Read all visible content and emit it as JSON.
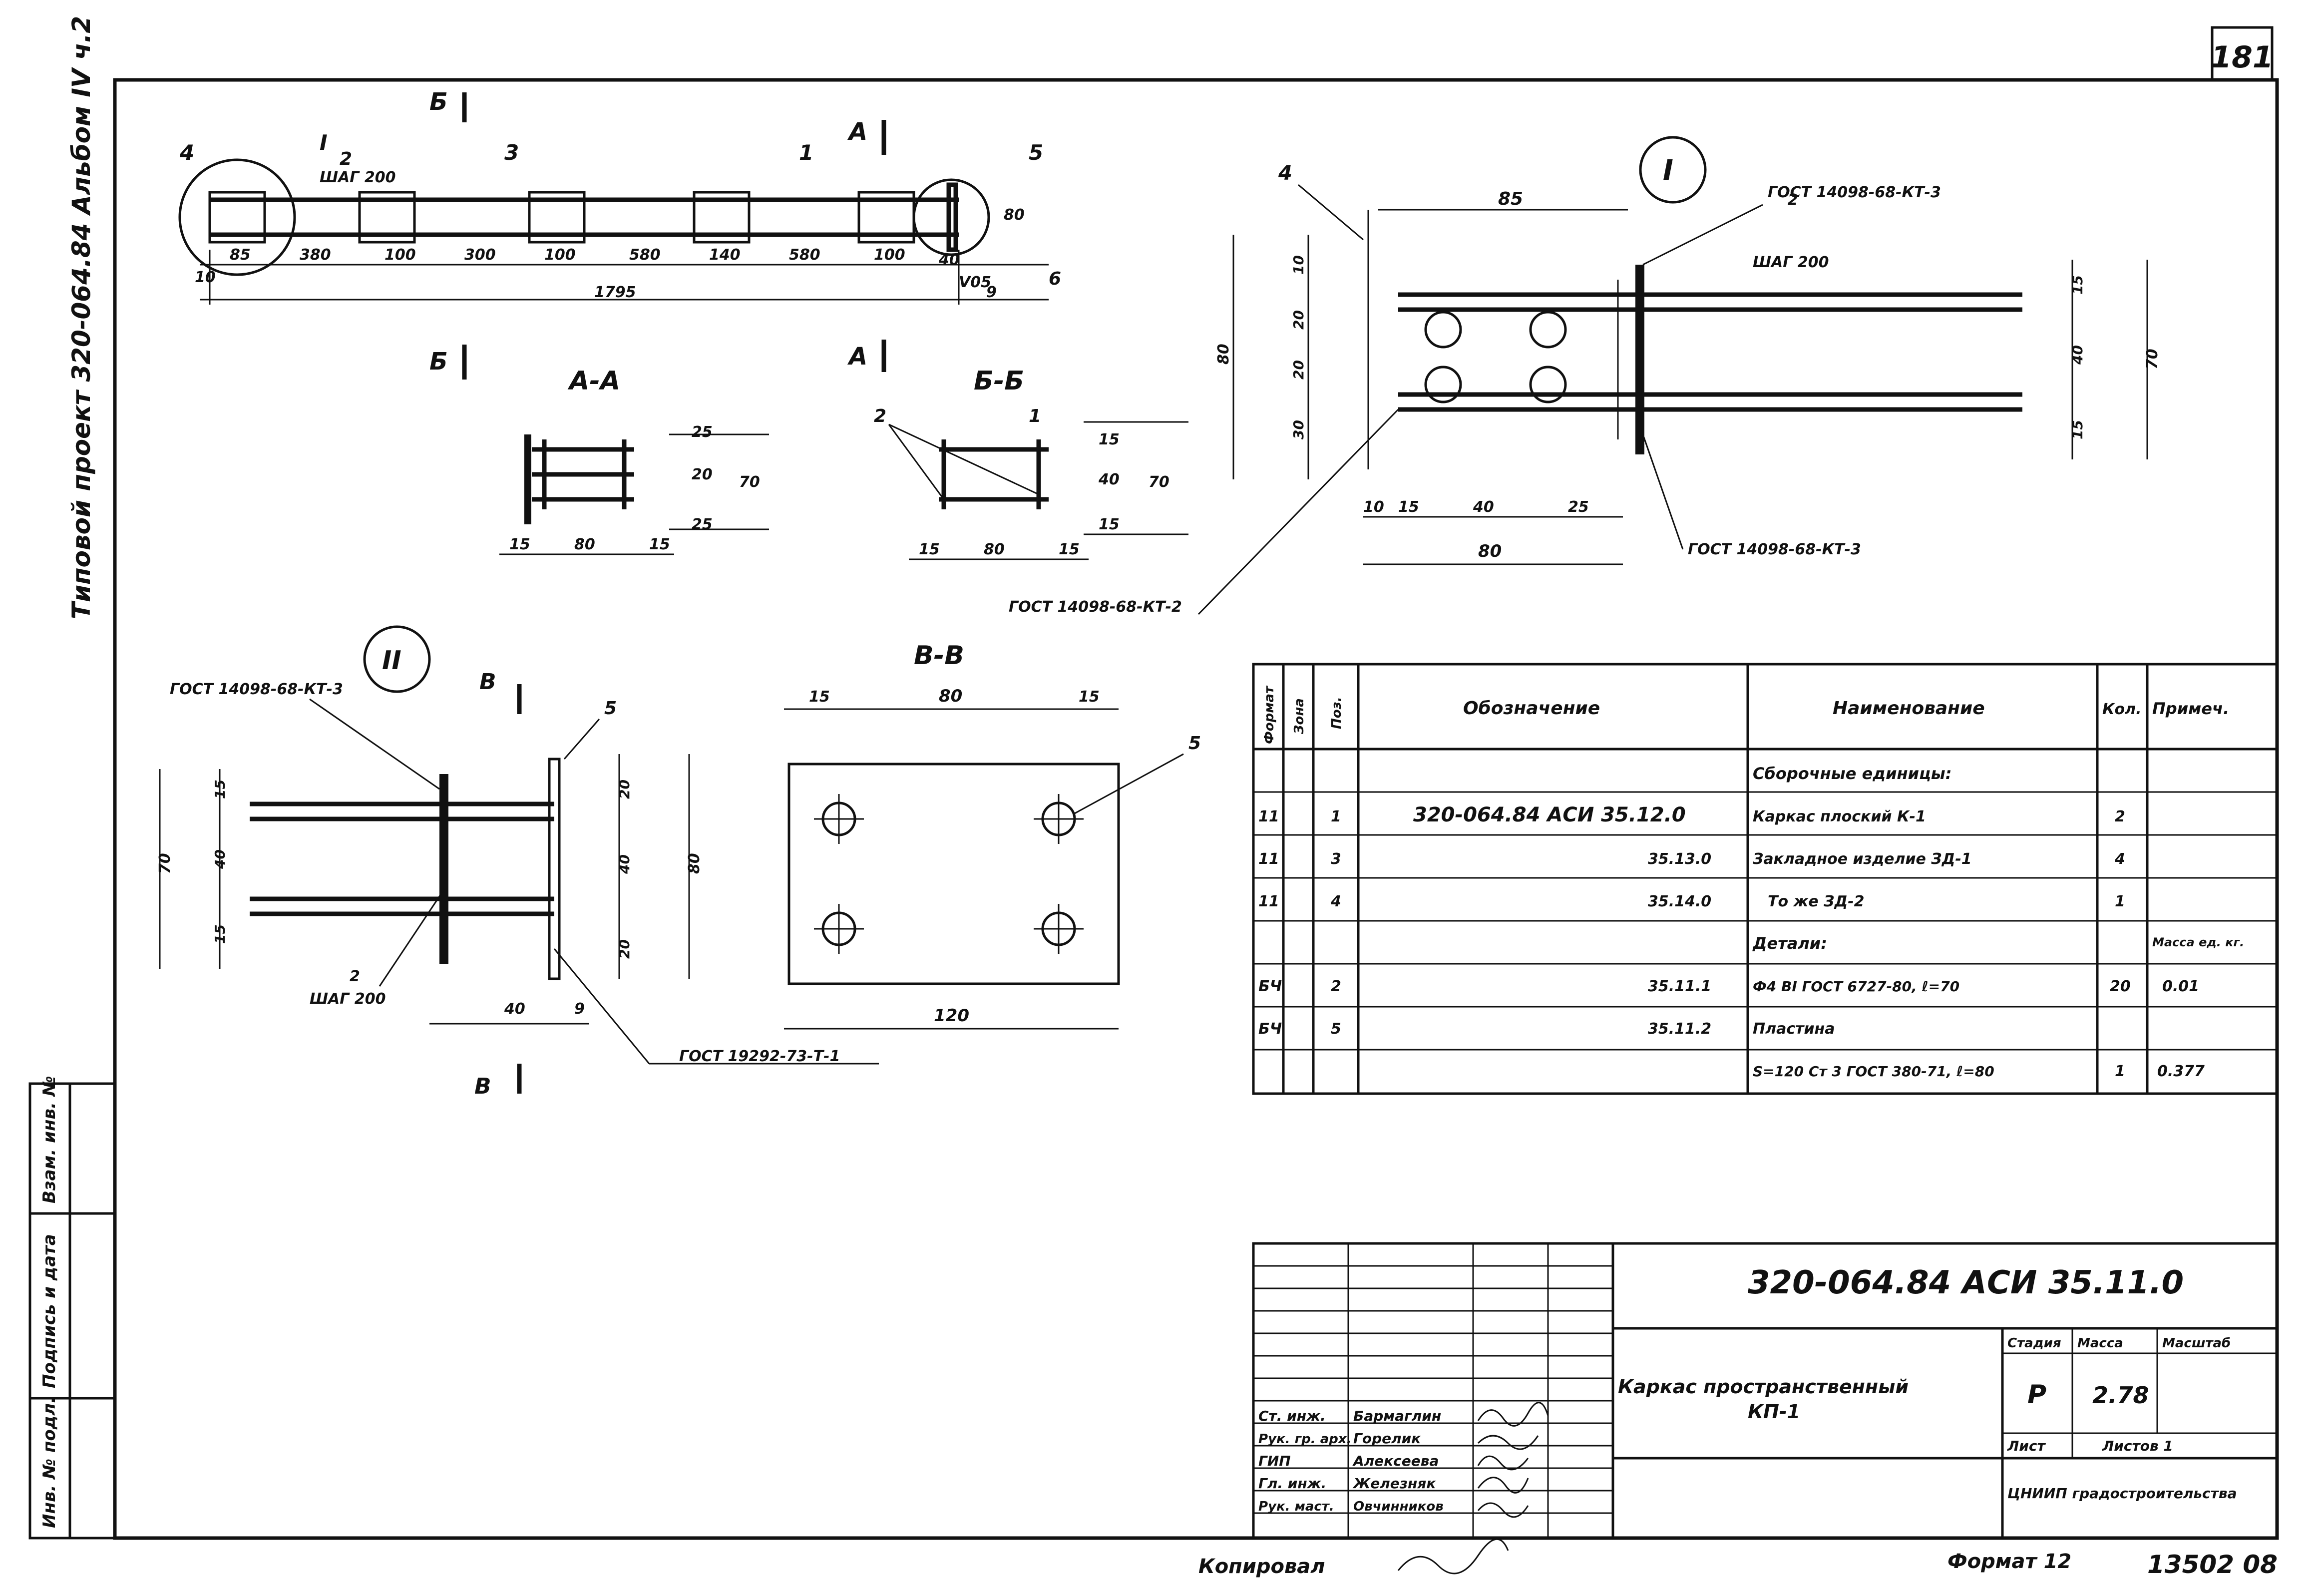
{
  "sheet": {
    "number": "181",
    "side_stamp": "Типовой проект 320-064.84 Альбом IV ч.2"
  },
  "plan_view": {
    "labels": {
      "n4": "4",
      "n1_circ": "I",
      "n2": "2",
      "pitch": "ШАГ 200",
      "n3": "3",
      "n1": "1",
      "n5": "5",
      "n6": "6",
      "cut_b": "Б",
      "cut_a": "А"
    },
    "dims": [
      "10",
      "85",
      "380",
      "100",
      "300",
      "100",
      "580",
      "140",
      "580",
      "100",
      "40",
      "V05",
      "9",
      "1795",
      "80"
    ]
  },
  "section_aa": {
    "title": "А-А",
    "dims": {
      "top": "25",
      "mid": "20",
      "right": "70",
      "bottom": "25",
      "left": "15",
      "center": "80",
      "right_b": "15"
    }
  },
  "section_bb": {
    "title": "Б-Б",
    "labels": {
      "n2": "2",
      "n1": "1"
    },
    "dims": {
      "top": "15",
      "mid": "40",
      "right": "70",
      "bottom": "15",
      "left": "15",
      "center": "80",
      "right_b": "15"
    }
  },
  "detail_1": {
    "title": "I",
    "labels": {
      "n4": "4",
      "n2": "2",
      "pitch": "ШАГ 200",
      "gost_top": "ГОСТ 14098-68-КТ-3",
      "gost_bottom": "ГОСТ 14098-68-КТ-3",
      "gost_left": "ГОСТ 14098-68-КТ-2"
    },
    "dims": {
      "top": "85",
      "h1": "10",
      "h2": "15",
      "h3": "40",
      "h4": "25",
      "total": "80",
      "v1": "10",
      "v2": "20",
      "v3": "20",
      "v4": "30",
      "v_outer": "80",
      "r1": "15",
      "r2": "40",
      "r3": "15",
      "r_total": "70"
    }
  },
  "detail_2": {
    "title": "II",
    "labels": {
      "gost_kt3": "ГОСТ 14098-68-КТ-3",
      "n5": "5",
      "n2": "2",
      "pitch": "ШАГ 200",
      "cut_v": "В",
      "gost_plate": "ГОСТ 19292-73-Т-1"
    },
    "dims": {
      "l1": "15",
      "l2": "40",
      "l3": "15",
      "l_total": "70",
      "r1": "20",
      "r2": "40",
      "r3": "20",
      "r_total": "80",
      "bottom": "40",
      "bottom2": "9"
    }
  },
  "section_vv": {
    "title": "В-В",
    "labels": {
      "n5": "5"
    },
    "dims": {
      "left": "15",
      "center": "80",
      "right": "15",
      "total": "120"
    }
  },
  "spec_table": {
    "headers": [
      "Формат",
      "Зона",
      "Поз.",
      "Обозначение",
      "Наименование",
      "Кол.",
      "Примеч."
    ],
    "rows": [
      [
        "",
        "",
        "",
        "",
        "Сборочные единицы:",
        "",
        ""
      ],
      [
        "11",
        "",
        "1",
        "320-064.84 АСИ 35.12.0",
        "Каркас плоский К-1",
        "2",
        ""
      ],
      [
        "11",
        "",
        "3",
        "35.13.0",
        "Закладное изделие ЗД-1",
        "4",
        ""
      ],
      [
        "11",
        "",
        "4",
        "35.14.0",
        "То же ЗД-2",
        "1",
        ""
      ],
      [
        "",
        "",
        "",
        "",
        "Детали:",
        "",
        "Масса ед. кг."
      ],
      [
        "БЧ",
        "",
        "2",
        "35.11.1",
        "Ф4 ВI ГОСТ 6727-80, ℓ=70",
        "20",
        "0.01"
      ],
      [
        "БЧ",
        "",
        "5",
        "35.11.2",
        "Пластина",
        "",
        ""
      ],
      [
        "",
        "",
        "",
        "",
        "S=120 Ст 3 ГОСТ 380-71, ℓ=80",
        "1",
        "0.377"
      ]
    ]
  },
  "title_block": {
    "doc_code": "320-064.84 АСИ 35.11.0",
    "name_line1": "Каркас пространственный",
    "name_line2": "КП-1",
    "col_stage": "Стадия",
    "col_mass": "Масса",
    "col_scale": "Масштаб",
    "stage": "Р",
    "mass": "2.78",
    "sheet": "Лист",
    "sheets": "Листов 1",
    "org": "ЦНИИП градостроительства",
    "staff": [
      {
        "role": "Ст. инж.",
        "name": "Бармаглин"
      },
      {
        "role": "Рук. гр. арх.",
        "name": "Горелик"
      },
      {
        "role": "ГИП",
        "name": "Алексеева"
      },
      {
        "role": "Гл. инж.",
        "name": "Железняк"
      },
      {
        "role": "Рук. маст.",
        "name": "Овчинников"
      }
    ],
    "side_cols": [
      "Инв. № подл.",
      "Подпись и дата",
      "Взам. инв. №"
    ]
  },
  "footer": {
    "copied": "Копировал",
    "format": "Формат 12",
    "code": "13502 08"
  }
}
